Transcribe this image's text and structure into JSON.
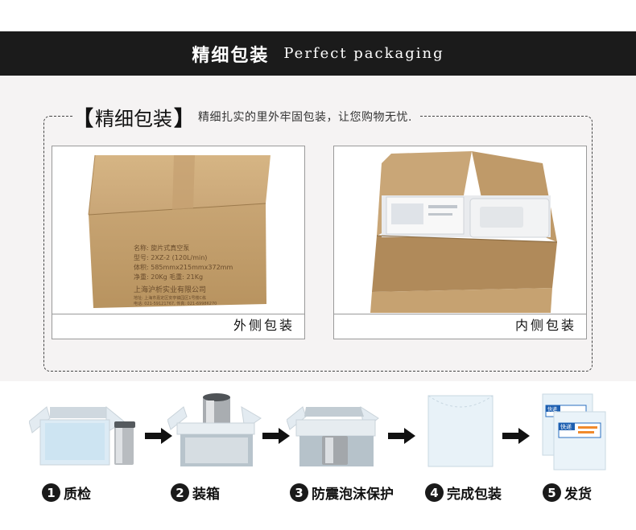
{
  "banner": {
    "title_cn": "精细包装",
    "title_en": "Perfect packaging"
  },
  "section": {
    "bracket_left": "【",
    "bracket_right": "】",
    "title": "精细包装",
    "subtitle": "精细扎实的里外牢固包装，让您购物无忧."
  },
  "photos": [
    {
      "caption": "外侧包装",
      "box_label": {
        "lines": [
          "名称: 旋片式真空泵",
          "型号: 2XZ-2  (120L/min)",
          "体积: 585mmx215mmx372mm",
          "净重: 20Kg    毛重: 21Kg"
        ],
        "company": "上海沪析实业有限公司",
        "address": "地址: 上海市嘉定区安亭镇园区1号楼C栋",
        "phone": "电话: 021-59121767,   传真: 021-69986270"
      }
    },
    {
      "caption": "内侧包装"
    }
  ],
  "steps": [
    {
      "num": "1",
      "label": "质检"
    },
    {
      "num": "2",
      "label": "装箱"
    },
    {
      "num": "3",
      "label": "防震泡沫保护"
    },
    {
      "num": "4",
      "label": "完成包装"
    },
    {
      "num": "5",
      "label": "发货"
    }
  ],
  "express_label": "快递",
  "colors": {
    "banner": "#1b1b1b",
    "cardboard": "#c9a677",
    "panel": "#f5f3f3",
    "box_light": "#dfe8ee"
  }
}
